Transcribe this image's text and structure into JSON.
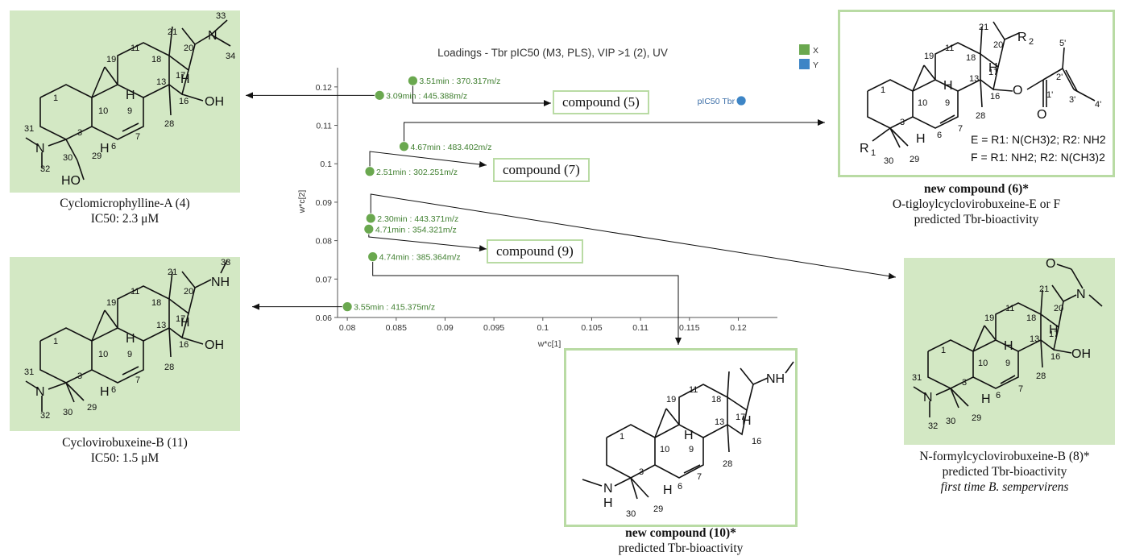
{
  "chart_data": {
    "type": "scatter",
    "title": "Loadings - Tbr pIC50 (M3, PLS), VIP >1 (2), UV",
    "xlabel": "w*c[1]",
    "ylabel": "w*c[2]",
    "xlim": [
      0.079,
      0.124
    ],
    "ylim": [
      0.06,
      0.125
    ],
    "xticks": [
      "0.08",
      "0.085",
      "0.09",
      "0.095",
      "0.1",
      "0.105",
      "0.11",
      "0.115",
      "0.12"
    ],
    "yticks": [
      "0.06",
      "0.07",
      "0.08",
      "0.09",
      "0.1",
      "0.11",
      "0.12"
    ],
    "legend": {
      "position": "top-right",
      "entries": [
        {
          "name": "X",
          "color": "#6aa84f"
        },
        {
          "name": "Y",
          "color": "#3d85c6"
        }
      ]
    },
    "series": [
      {
        "name": "X",
        "color": "#6aa84f",
        "points": [
          {
            "label": "3.09min : 445.388m/z",
            "x": 0.0833,
            "y": 0.1178
          },
          {
            "label": "3.51min : 370.317m/z",
            "x": 0.0867,
            "y": 0.1216
          },
          {
            "label": "4.67min : 483.402m/z",
            "x": 0.0858,
            "y": 0.1045
          },
          {
            "label": "2.51min : 302.251m/z",
            "x": 0.0823,
            "y": 0.098
          },
          {
            "label": "2.30min : 443.371m/z",
            "x": 0.0824,
            "y": 0.0858
          },
          {
            "label": "4.71min : 354.321m/z",
            "x": 0.0822,
            "y": 0.083
          },
          {
            "label": "4.74min : 385.364m/z",
            "x": 0.0826,
            "y": 0.0758
          },
          {
            "label": "3.55min : 415.375m/z",
            "x": 0.08,
            "y": 0.0628
          }
        ]
      },
      {
        "name": "Y",
        "color": "#3d85c6",
        "points": [
          {
            "label": "pIC50 Tbr",
            "x": 0.1203,
            "y": 0.1164
          }
        ]
      }
    ]
  },
  "callouts": [
    {
      "label": "compound (5)"
    },
    {
      "label": "compound (7)"
    },
    {
      "label": "compound (9)"
    }
  ],
  "compounds": {
    "c4": {
      "name": "Cyclomicrophylline-A (4)",
      "ic50": "IC50: 2.3 μM"
    },
    "c11": {
      "name": "Cyclovirobuxeine-B (11)",
      "ic50": "IC50: 1.5 μM"
    },
    "c6": {
      "title": "new compound (6)*",
      "name": "O-tigloylcyclovirobuxeine-E or F",
      "note": "predicted Tbr-bioactivity",
      "def_e": "E = R1: N(CH3)2; R2: NH2",
      "def_f": "F = R1: NH2; R2: N(CH3)2"
    },
    "c10": {
      "title": "new compound (10)*",
      "note": "predicted Tbr-bioactivity"
    },
    "c8": {
      "name": "N-formylcyclovirobuxeine-B (8)*",
      "note": "predicted Tbr-bioactivity",
      "note2": "first time B. sempervirens"
    }
  }
}
